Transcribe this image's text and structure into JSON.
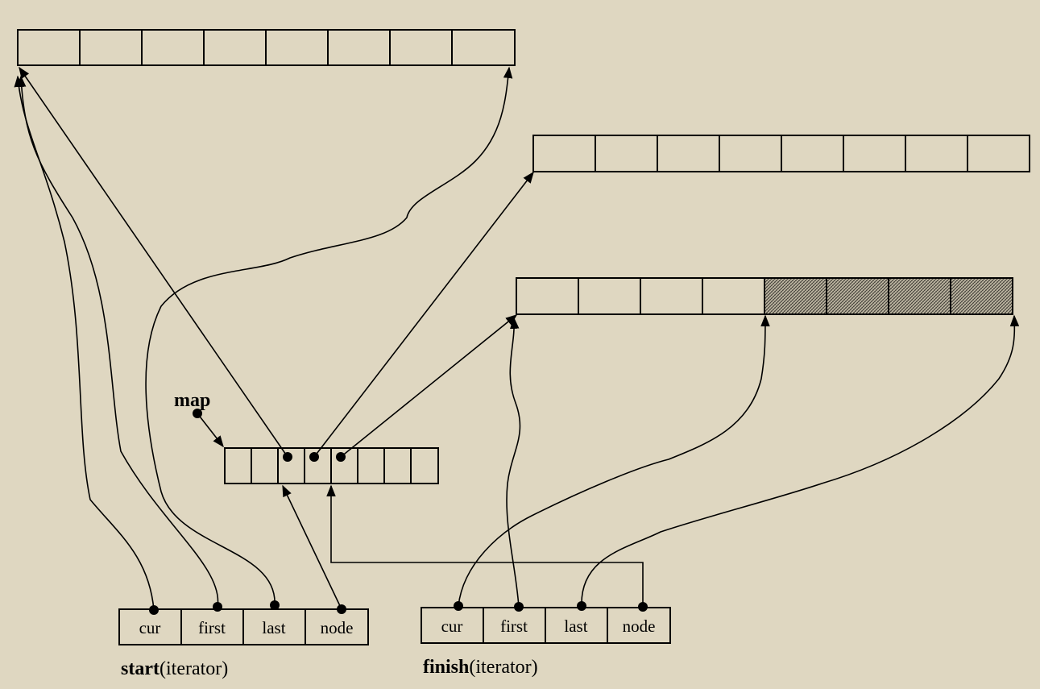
{
  "map_label": "map",
  "start": {
    "name": "start",
    "suffix": "(iterator)",
    "fields": [
      "cur",
      "first",
      "last",
      "node"
    ]
  },
  "finish": {
    "name": "finish",
    "suffix": "(iterator)",
    "fields": [
      "cur",
      "first",
      "last",
      "node"
    ]
  },
  "buffers": [
    {
      "slots": 8,
      "filled_slots": 0
    },
    {
      "slots": 8,
      "filled_slots": 0
    },
    {
      "slots": 8,
      "filled_slots": 4
    }
  ],
  "map_nodes": {
    "slots": 8,
    "used_slots": 3
  }
}
